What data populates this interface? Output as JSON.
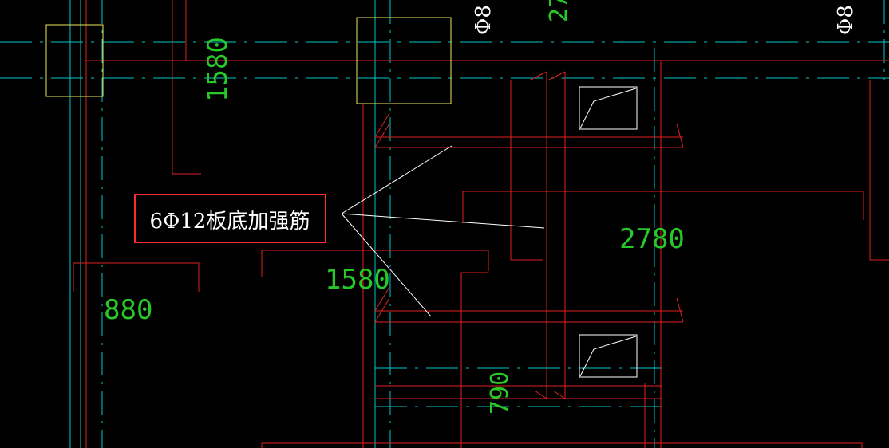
{
  "drawing": {
    "background": "#000000",
    "colors": {
      "grid_axis": "#00c8c8",
      "beam": "#e02020",
      "column": "#e8e85a",
      "dimension_text": "#28c828",
      "annotation": "#ffffff",
      "callout_box": "#ff2a2a"
    }
  },
  "annotation": {
    "callout_text": "6Φ12板底加强筋"
  },
  "dimensions": {
    "d1": "1580",
    "d2": "1580",
    "d3": "880",
    "d4": "2780",
    "d5": "790",
    "d6": "27"
  },
  "symbols": {
    "s1": "Φ8",
    "s2": "Φ8"
  }
}
